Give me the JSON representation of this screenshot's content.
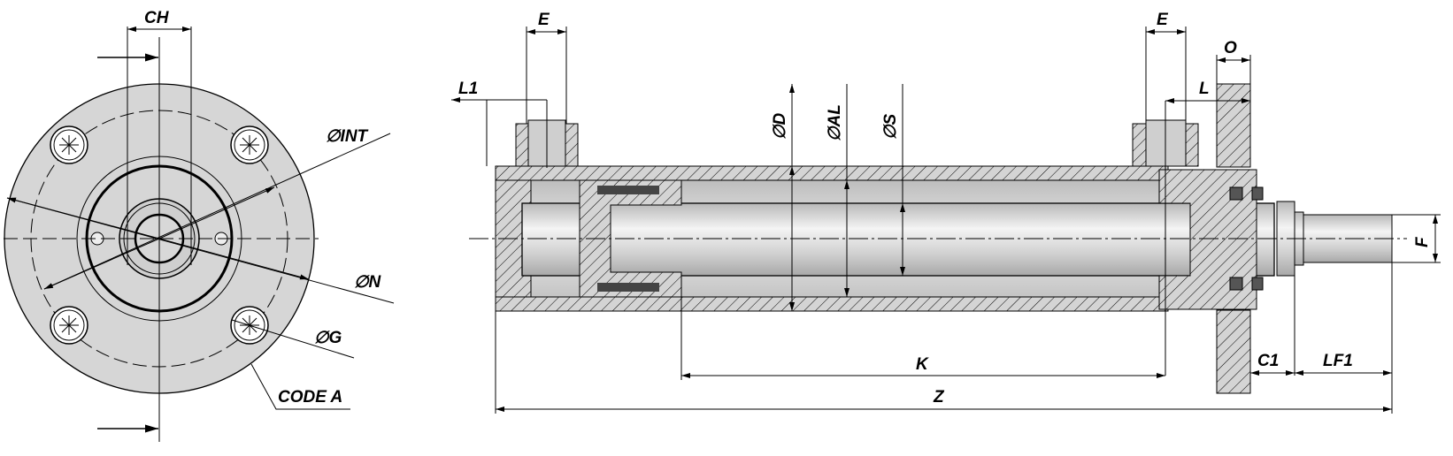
{
  "title": "Double-acting hydraulic cylinder with front flange - dimension drawing",
  "end_view": {
    "labels": {
      "ch": "CH",
      "int": "∅INT",
      "n": "∅N",
      "g": "∅G",
      "code": "CODE A"
    }
  },
  "side_view": {
    "labels": {
      "e_rear": "E",
      "e_front": "E",
      "o": "O",
      "l1": "L1",
      "l": "L",
      "d": "∅D",
      "al": "∅AL",
      "s": "∅S",
      "f": "F",
      "k": "K",
      "c1": "C1",
      "lf1": "LF1",
      "z": "Z"
    }
  },
  "colors": {
    "part_fill": "#d4d4d4",
    "line": "#000000"
  }
}
